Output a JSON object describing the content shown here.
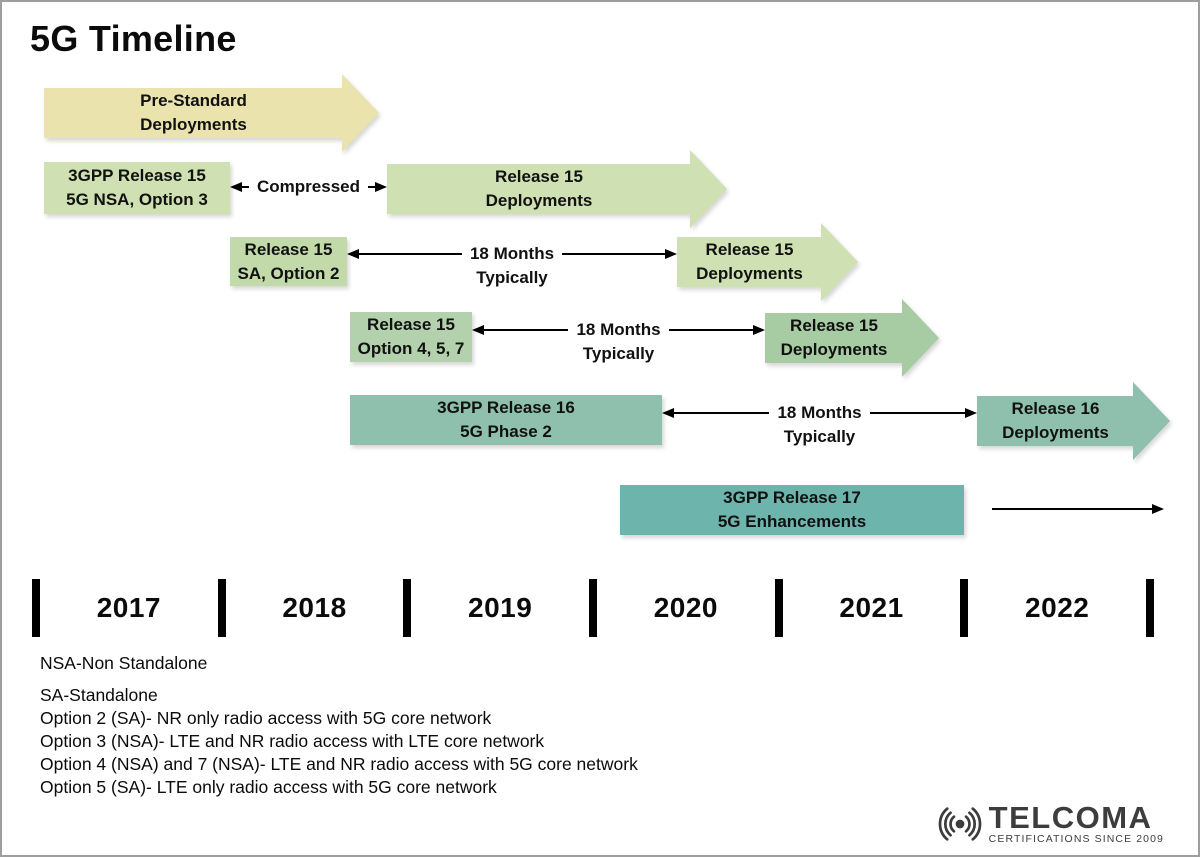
{
  "title": "5G Timeline",
  "colors": {
    "pre_standard": "#eae3ae",
    "green_light": "#cfe0b2",
    "green_mid": "#c2d9aa",
    "green_sage": "#b3d1ad",
    "green_dark": "#a7cba3",
    "teal_light": "#8ec0ad",
    "teal_dark": "#6db4ad"
  },
  "blocks": {
    "pre_standard": {
      "line1": "Pre-Standard",
      "line2": "Deployments"
    },
    "r15_nsa": {
      "line1": "3GPP Release 15",
      "line2": "5G NSA, Option 3"
    },
    "r15_sa": {
      "line1": "Release 15",
      "line2": "SA, Option 2"
    },
    "r15_457": {
      "line1": "Release 15",
      "line2": "Option 4, 5, 7"
    },
    "r16": {
      "line1": "3GPP Release 16",
      "line2": "5G Phase 2"
    },
    "r17": {
      "line1": "3GPP Release 17",
      "line2": "5G Enhancements"
    },
    "r15_deploy": {
      "line1": "Release 15",
      "line2": "Deployments"
    },
    "r16_deploy": {
      "line1": "Release 16",
      "line2": "Deployments"
    }
  },
  "connectors": {
    "compressed": "Compressed",
    "months": {
      "line1": "18 Months",
      "line2": "Typically"
    }
  },
  "timeline": {
    "years": [
      "2017",
      "2018",
      "2019",
      "2020",
      "2021",
      "2022"
    ]
  },
  "legend": [
    "NSA-Non Standalone",
    "SA-Standalone",
    "Option 2 (SA)- NR only radio access with 5G core network",
    "Option 3 (NSA)- LTE and NR radio access with LTE core network",
    "Option 4 (NSA) and 7 (NSA)- LTE and NR radio access with 5G core network",
    "Option 5 (SA)- LTE only radio access with 5G core network"
  ],
  "logo": {
    "name": "TELCOMA",
    "tagline": "CERTIFICATIONS SINCE 2009"
  }
}
